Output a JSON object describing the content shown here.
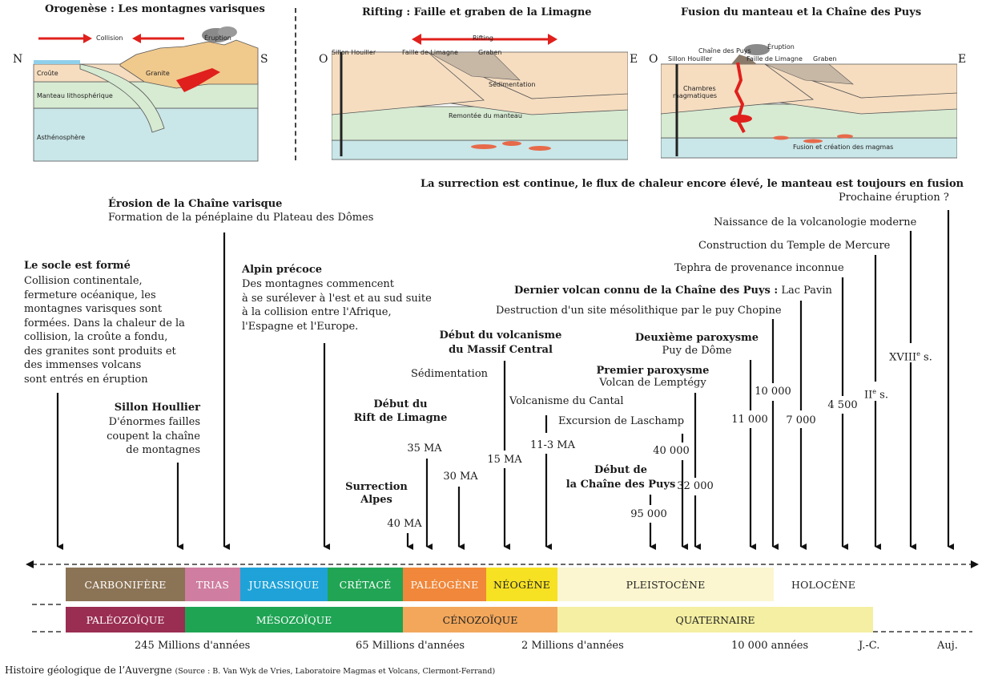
{
  "panels": {
    "p1": {
      "title": "Orogenèse : Les montagnes varisques",
      "collision": "Collision",
      "eruption": "Éruption",
      "north": "N",
      "south": "S",
      "croute": "Croûte",
      "granite": "Granite",
      "manteau": "Manteau lithosphérique",
      "astheno": "Asthénosphère"
    },
    "p2": {
      "title": "Rifting : Faille et graben de la Limagne",
      "west": "O",
      "east": "E",
      "rifting": "Rifting",
      "sillon": "Sillon Houiller",
      "faille": "Faille de Limagne",
      "graben": "Graben",
      "sedimentation": "Sédimentation",
      "remontee": "Remontée du manteau"
    },
    "p3": {
      "title": "Fusion du manteau et la Chaîne des Puys",
      "west": "O",
      "east": "E",
      "chaine": "Chaîne des Puys",
      "eruption": "Éruption",
      "sillon": "Sillon Houiller",
      "faille": "Faille de Limagne",
      "graben": "Graben",
      "chambres_1": "Chambres",
      "chambres_2": "magmatiques",
      "fusion": "Fusion et création des magmas"
    }
  },
  "events": {
    "socle_title": "Le socle est formé",
    "socle_lines": [
      "Collision continentale,",
      "fermeture océanique, les",
      "montagnes varisques sont",
      "formées. Dans la chaleur de la",
      "collision, la croûte a fondu,",
      "des granites sont produits et",
      "des immenses volcans",
      "sont entrés en éruption"
    ],
    "erosion_title": "Érosion de la Chaîne varisque",
    "erosion_text": "Formation de la pénéplaine du Plateau des Dômes",
    "alpin_title": "Alpin précoce",
    "alpin_lines": [
      "Des montagnes commencent",
      "à se surélever à l'est et au sud suite",
      "à la collision entre l'Afrique,",
      "l'Espagne et l'Europe."
    ],
    "sillon_title": "Sillon Houllier",
    "sillon_lines": [
      "D'énormes failles",
      "coupent la chaîne",
      "de montagnes"
    ],
    "rift_title_1": "Début du",
    "rift_title_2": "Rift de Limagne",
    "rift_age": "35 MA",
    "surrection_1": "Surrection",
    "surrection_2": "Alpes",
    "surrection_age": "40 MA",
    "sedimentation": "Sédimentation",
    "sedimentation_age": "30 MA",
    "volc_mc_1": "Début du volcanisme",
    "volc_mc_2": "du Massif Central",
    "volc_mc_age": "15 MA",
    "cantal": "Volcanisme du Cantal",
    "cantal_age": "11-3 MA",
    "laschamp": "Excursion de Laschamp",
    "laschamp_age": "40 000",
    "chaine_1": "Début de",
    "chaine_2": "la Chaîne des Puys",
    "chaine_age": "95 000",
    "premier_1": "Premier paroxysme",
    "premier_2": "Volcan de Lemptégy",
    "premier_age": "32 000",
    "deuxieme_1": "Deuxième paroxysme",
    "deuxieme_2": "Puy de Dôme",
    "deuxieme_age": "11 000",
    "chopine": "Destruction d'un site mésolithique par le puy Chopine",
    "chopine_age": "10 000",
    "pavin_title": "Dernier volcan connu de la Chaîne des Puys :",
    "pavin_name": " Lac Pavin",
    "pavin_age": "7 000",
    "tephra": "Tephra de provenance inconnue",
    "tephra_age": "4 500",
    "mercure": "Construction du Temple de Mercure",
    "mercure_age": "II",
    "mercure_sup": "e",
    "mercure_suffix": " s.",
    "naissance": "Naissance de la volcanologie moderne",
    "naissance_age": "XVIII",
    "naissance_sup": "e",
    "naissance_suffix": " s.",
    "surrection_cont": "La surrection est continue, le flux de chaleur encore élevé, le manteau est toujours en fusion",
    "prochaine": "Prochaine éruption ?"
  },
  "periods": [
    "CARBONIFÈRE",
    "TRIAS",
    "JURASSIQUE",
    "CRÉTACÉ",
    "PALÉOGÈNE",
    "NÉOGÈNE",
    "PLEISTOCÈNE",
    "HOLOCÈNE"
  ],
  "eras": [
    "PALÉOZOÏQUE",
    "MÉSOZOÏQUE",
    "CÉNOZOÏQUE",
    "QUATERNAIRE"
  ],
  "scale": [
    "245 Millions d'années",
    "65 Millions d'années",
    "2 Millions d'années",
    "10 000 années",
    "J.-C.",
    "Auj."
  ],
  "caption": {
    "title": "Histoire géologique de l’Auvergne",
    "source": "(Source : B. Van Wyk de Vries, Laboratoire Magmas et Volcans, Clermont-Ferrand)"
  },
  "colors": {
    "carbonifere": "#8b7355",
    "trias": "#cf7da0",
    "jurassique": "#1fa2d8",
    "cretace": "#21a454",
    "paleogene": "#f0873a",
    "neogene": "#f6e123",
    "pleistocene": "#fbf6cf",
    "holocene": "#ffffff",
    "paleozoique": "#9a2e52",
    "mesozoique": "#1fa454",
    "cenozoique": "#f2a75b",
    "quaternaire": "#f4efa2",
    "crust": "#f6ddc0",
    "mantle": "#d7ead2",
    "astheno": "#c9e6e8"
  }
}
